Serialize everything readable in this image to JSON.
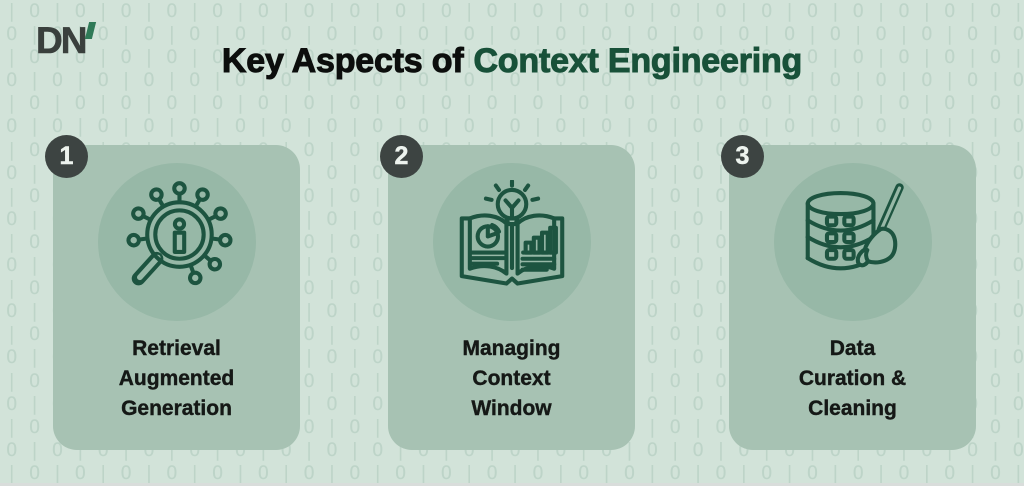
{
  "logo": {
    "text": "DN"
  },
  "title": {
    "prefix": "Key Aspects of",
    "highlight": "Context Engineering"
  },
  "pattern": {
    "glyph_a": "|",
    "glyph_b": "O"
  },
  "colors": {
    "page_bg": "#d2e3d9",
    "pattern_glyph": "#bdd4c8",
    "card_bg": "#a7c2b3",
    "icon_circle_bg": "#97b8a7",
    "icon_stroke": "#1d5440",
    "title_highlight": "#185139",
    "badge_bg": "#3d4442",
    "badge_text": "#edf3ee",
    "logo_ink": "#3a403d",
    "logo_accent": "#2f7a57",
    "bottom_strip": "#d9dddb"
  },
  "cards": [
    {
      "number": "1",
      "icon": "rag-search-icon",
      "label_lines": [
        "Retrieval",
        "Augmented",
        "Generation"
      ]
    },
    {
      "number": "2",
      "icon": "context-window-book-icon",
      "label_lines": [
        "Managing",
        "Context",
        "Window"
      ]
    },
    {
      "number": "3",
      "icon": "data-curation-database-icon",
      "label_lines": [
        "Data",
        "Curation &",
        "Cleaning"
      ]
    }
  ]
}
